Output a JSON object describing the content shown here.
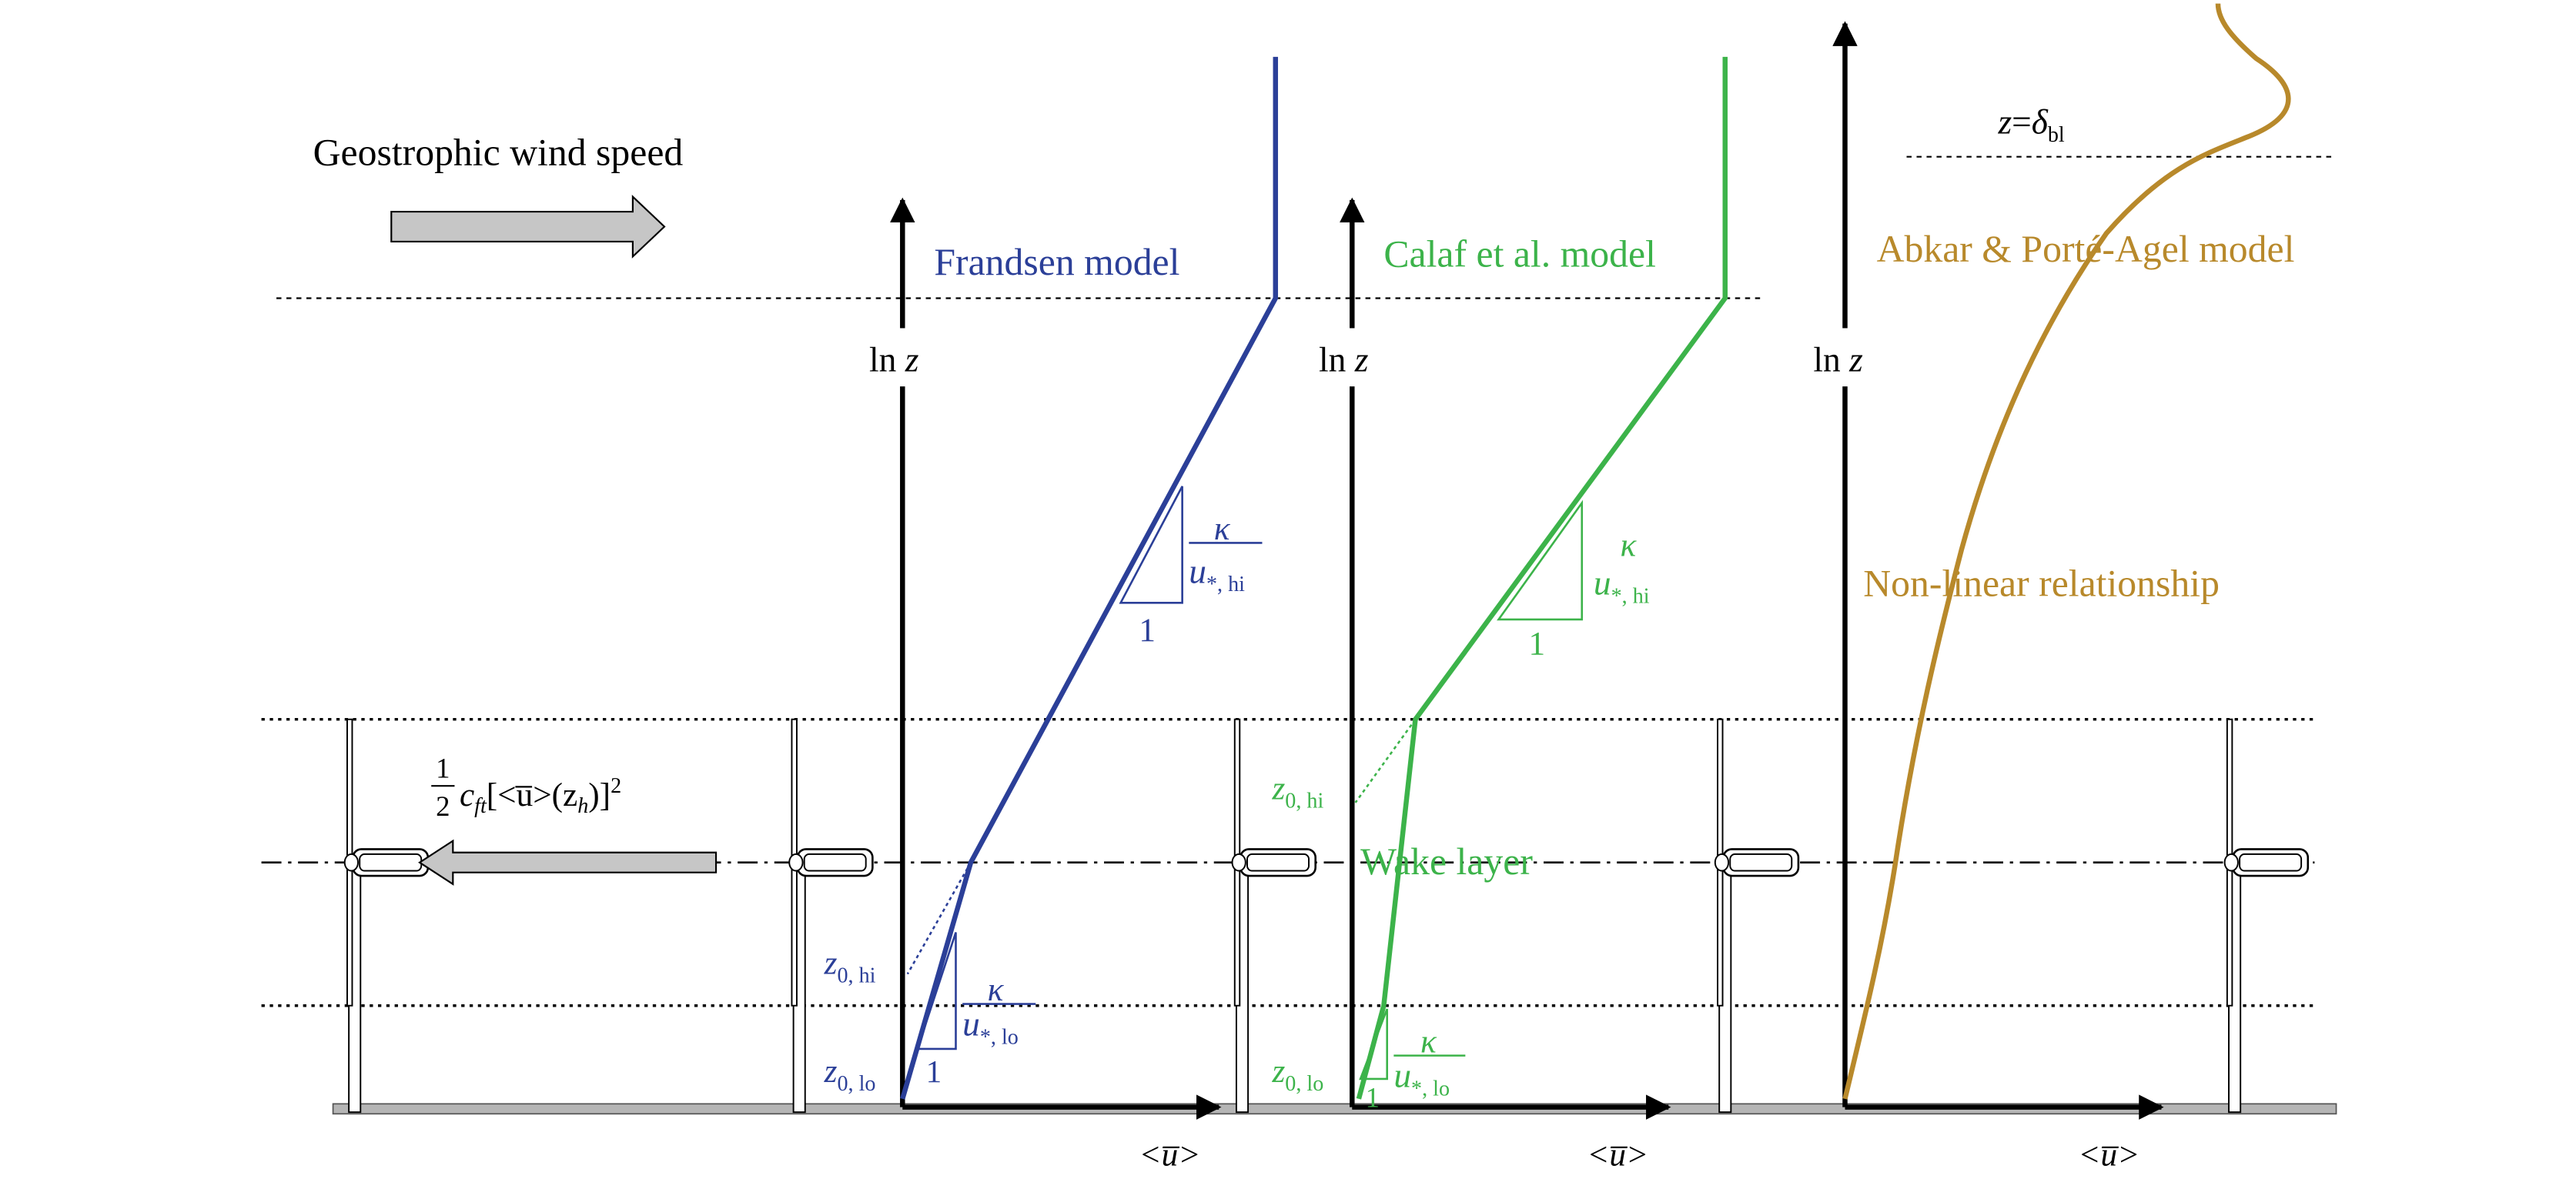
{
  "colors": {
    "frandsen": "#2b3f98",
    "calaf": "#3cb34a",
    "abkar": "#b8892b",
    "axis": "#000000",
    "arrow_fill": "#c6c6c6",
    "ground": "#b5b5b5"
  },
  "geostrophic_label": "Geostrophic wind speed",
  "boundary_layer_label": {
    "var": "z",
    "eq": "=",
    "delta": "δ",
    "sub": "bl"
  },
  "drag_term": {
    "num": "1",
    "den": "2",
    "c": "c",
    "c_sub": "ft",
    "body": "[<u̅>(z",
    "zh_sub": "h",
    "close": ")]",
    "sup": "2"
  },
  "panels": [
    {
      "id": "frandsen",
      "model_label": "Frandsen model",
      "axis_label": {
        "ln": "ln",
        "z": "z"
      },
      "x_axis_label": "<u̅>",
      "slope_upper": {
        "kappa": "κ",
        "u": "u",
        "sub": "*, hi",
        "run": "1"
      },
      "slope_lower": {
        "kappa": "κ",
        "u": "u",
        "sub": "*, lo",
        "run": "1"
      },
      "z0_hi": {
        "z": "z",
        "sub": "0, hi"
      },
      "z0_lo": {
        "z": "z",
        "sub": "0, lo"
      }
    },
    {
      "id": "calaf",
      "model_label": "Calaf et al. model",
      "axis_label": {
        "ln": "ln",
        "z": "z"
      },
      "x_axis_label": "<u̅>",
      "slope_upper": {
        "kappa": "κ",
        "u": "u",
        "sub": "*, hi",
        "run": "1"
      },
      "slope_lower": {
        "kappa": "κ",
        "u": "u",
        "sub": "*, lo",
        "run": "1"
      },
      "z0_hi": {
        "z": "z",
        "sub": "0, hi"
      },
      "z0_lo": {
        "z": "z",
        "sub": "0, lo"
      },
      "wake_layer_label": "Wake layer"
    },
    {
      "id": "abkar",
      "model_label": "Abkar & Porté-Agel model",
      "axis_label": {
        "ln": "ln",
        "z": "z"
      },
      "x_axis_label": "<u̅>",
      "nonlinear_label": "Non-linear relationship"
    }
  ]
}
